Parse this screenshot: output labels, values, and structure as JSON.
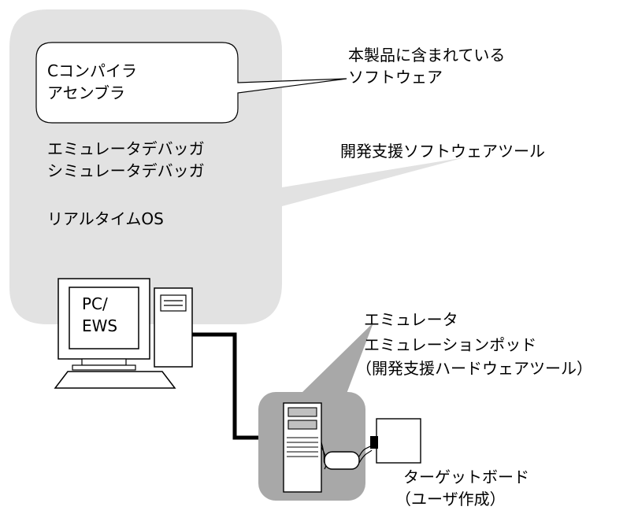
{
  "software_group": {
    "bubble_lines": [
      "Cコンパイラ",
      "アセンブラ"
    ],
    "debuggers": [
      "エミュレータデバッガ",
      "シミュレータデバッガ"
    ],
    "rtos": "リアルタイムOS"
  },
  "callouts": {
    "included_software": [
      "本製品に含まれている",
      "ソフトウェア"
    ],
    "dev_support_software": "開発支援ソフトウェアツール",
    "emulator": [
      "エミュレータ",
      "エミュレーションポッド",
      "（開発支援ハードウェアツール）"
    ],
    "target_board": [
      "ターゲットボード",
      "（ユーザ作成）"
    ]
  },
  "host": {
    "screen_lines": [
      "PC/",
      "EWS"
    ]
  },
  "colors": {
    "panel_gray": "#e2e2e2",
    "device_gray": "#a8a8a8",
    "line": "#000000"
  }
}
